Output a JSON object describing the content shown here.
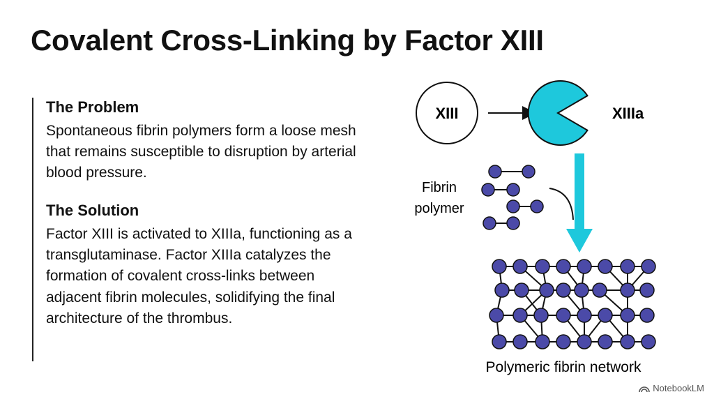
{
  "title": "Covalent Cross-Linking by Factor XIII",
  "problem": {
    "heading": "The Problem",
    "body": "Spontaneous fibrin polymers form a loose mesh that remains susceptible to disruption by arterial blood pressure."
  },
  "solution": {
    "heading": "The Solution",
    "body": "Factor XIII is activated to XIIIa, functioning as a transglutaminase. Factor XIIIa catalyzes the formation of covalent cross-links between adjacent fibrin molecules, solidifying the final architecture of the thrombus."
  },
  "diagram": {
    "inactive_label": "XIII",
    "active_label": "XIIIa",
    "fibrin_label_line1": "Fibrin",
    "fibrin_label_line2": "polymer",
    "network_label": "Polymeric fibrin network",
    "colors": {
      "enzyme": "#1ec8dc",
      "node": "#4b4aa8",
      "outline": "#111111"
    }
  },
  "watermark": {
    "text": "NotebookLM",
    "icon": "notebooklm-logo-icon"
  }
}
